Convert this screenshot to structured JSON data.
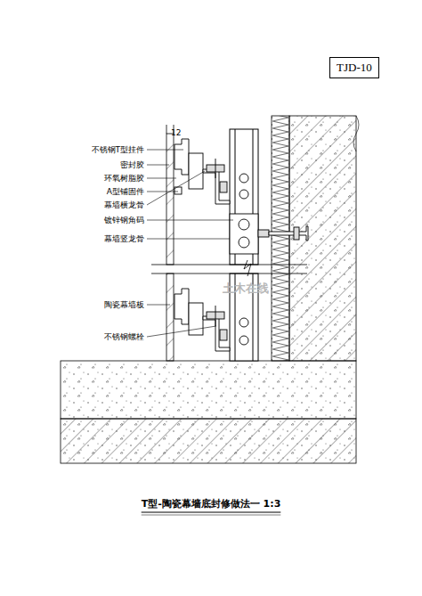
{
  "diagram": {
    "title": "T型-陶瓷幕墙底封修做法一  1:3",
    "nodes": [
      {
        "text": [
          "TJD-10"
        ]
      }
    ],
    "labels": [
      "12",
      "不锈钢T型挂件",
      "密封胶",
      "环氧树脂胶",
      "A型铺固件",
      "幕墙横龙骨",
      "镀锌钢角码",
      "幕墙竖龙骨",
      "陶瓷幕墙板",
      "不锈钢螺栓",
      "土木在线"
    ]
  }
}
